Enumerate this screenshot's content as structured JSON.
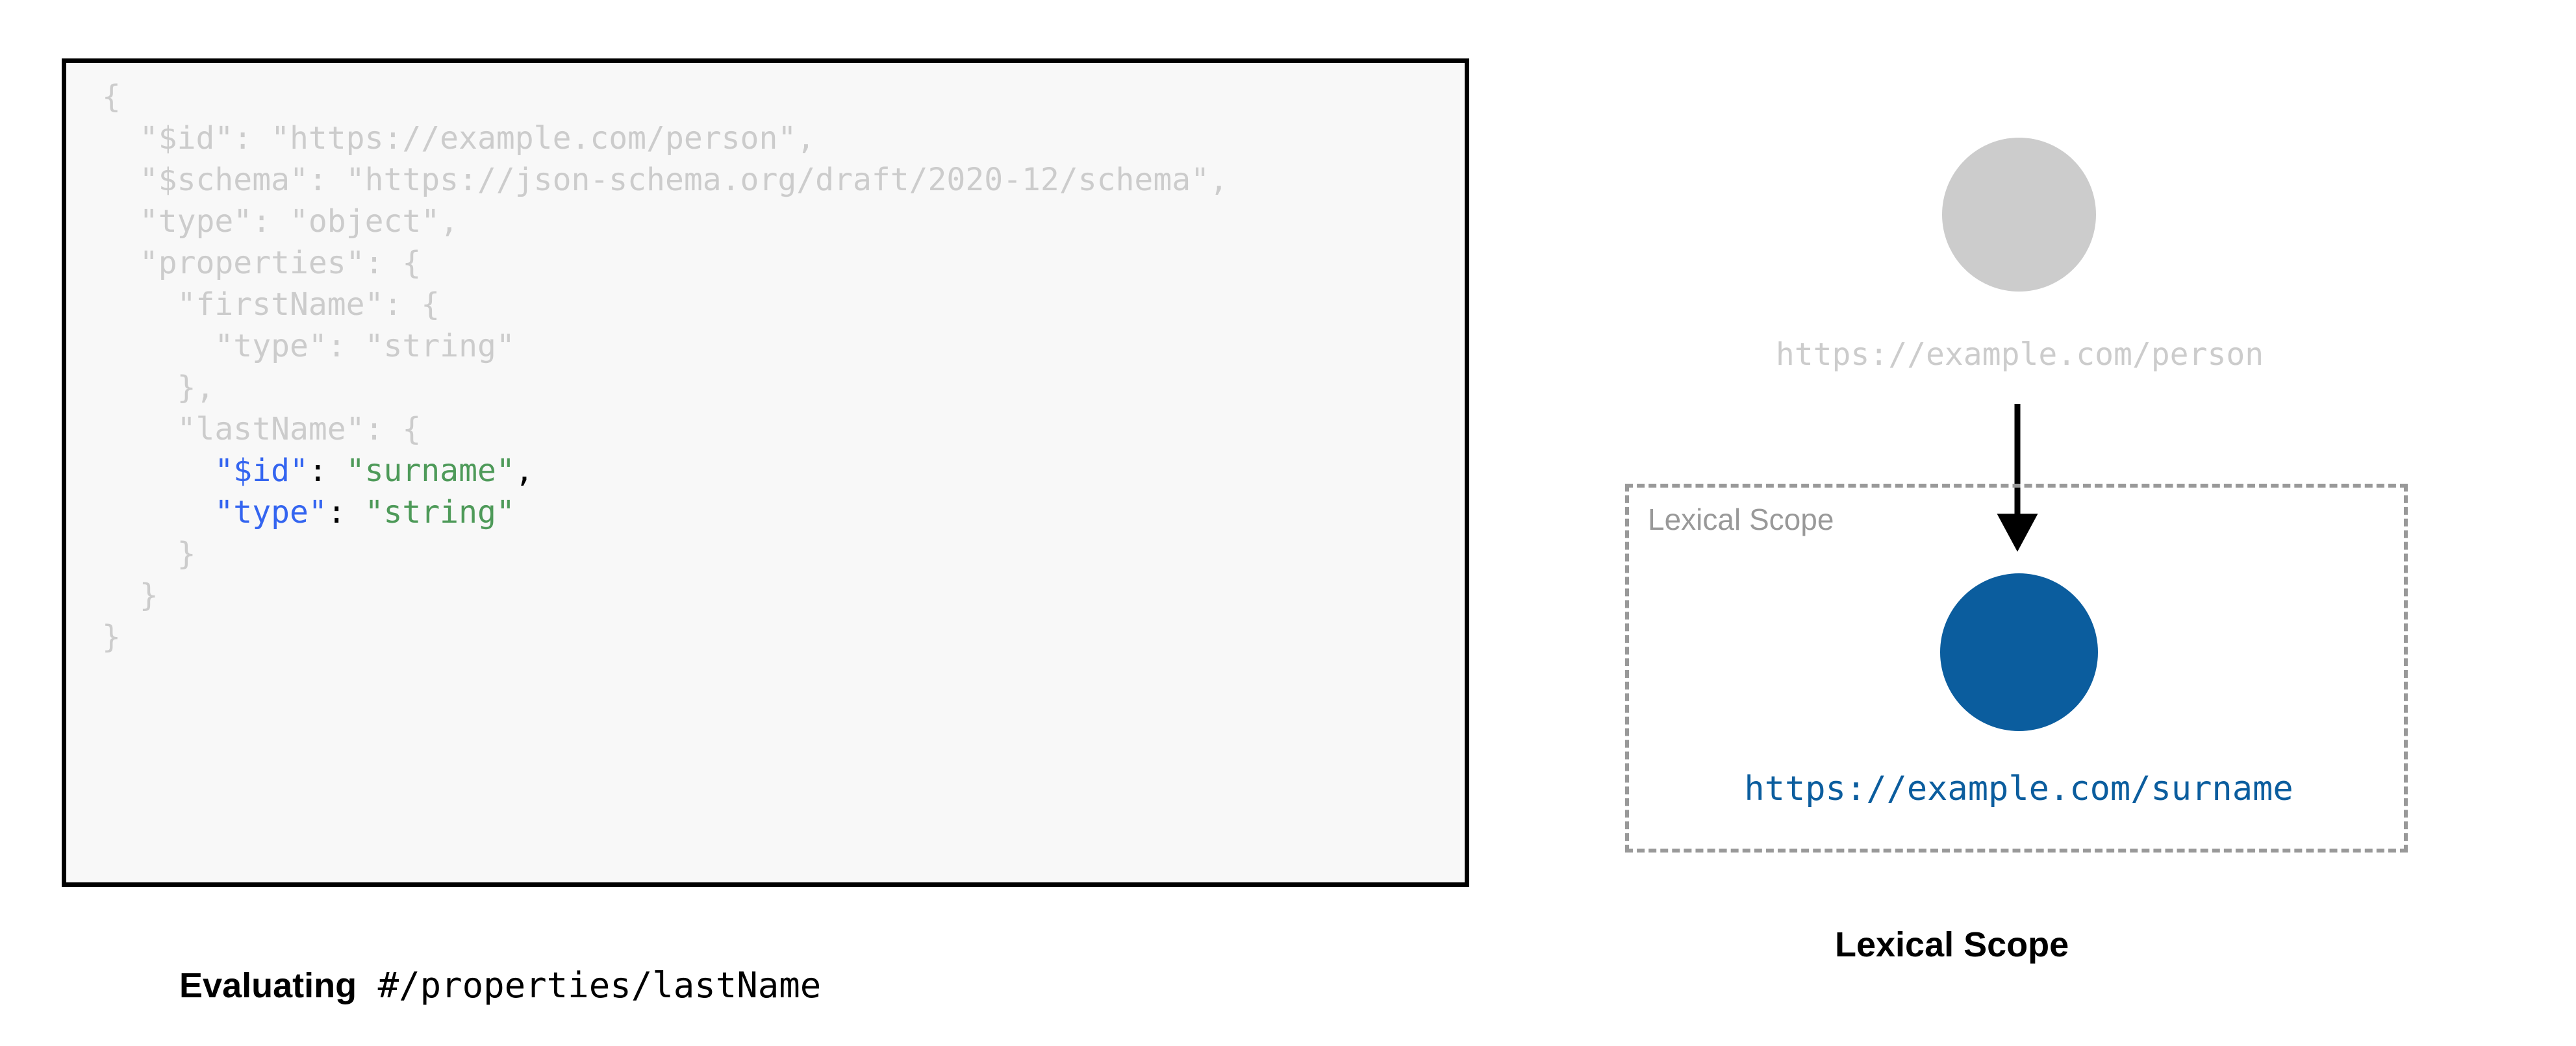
{
  "code_block": {
    "language": "json",
    "lines": [
      {
        "indent": 0,
        "segments": [
          {
            "text": "{",
            "style": "dim"
          }
        ]
      },
      {
        "indent": 2,
        "segments": [
          {
            "text": "\"$id\": \"https://example.com/person\",",
            "style": "dim"
          }
        ]
      },
      {
        "indent": 2,
        "segments": [
          {
            "text": "\"$schema\": \"https://json-schema.org/draft/2020-12/schema\",",
            "style": "dim"
          }
        ]
      },
      {
        "indent": 2,
        "segments": [
          {
            "text": "\"type\": \"object\",",
            "style": "dim"
          }
        ]
      },
      {
        "indent": 2,
        "segments": [
          {
            "text": "\"properties\": {",
            "style": "dim"
          }
        ]
      },
      {
        "indent": 4,
        "segments": [
          {
            "text": "\"firstName\": {",
            "style": "dim"
          }
        ]
      },
      {
        "indent": 6,
        "segments": [
          {
            "text": "\"type\": \"string\"",
            "style": "dim"
          }
        ]
      },
      {
        "indent": 4,
        "segments": [
          {
            "text": "},",
            "style": "dim"
          }
        ]
      },
      {
        "indent": 4,
        "segments": [
          {
            "text": "\"lastName\": {",
            "style": "dim"
          }
        ]
      },
      {
        "indent": 6,
        "segments": [
          {
            "text": "\"$id\"",
            "style": "key"
          },
          {
            "text": ": ",
            "style": "punct"
          },
          {
            "text": "\"surname\"",
            "style": "str"
          },
          {
            "text": ",",
            "style": "punct"
          }
        ]
      },
      {
        "indent": 6,
        "segments": [
          {
            "text": "\"type\"",
            "style": "key"
          },
          {
            "text": ": ",
            "style": "punct"
          },
          {
            "text": "\"string\"",
            "style": "str"
          }
        ]
      },
      {
        "indent": 4,
        "segments": [
          {
            "text": "}",
            "style": "dim"
          }
        ]
      },
      {
        "indent": 2,
        "segments": [
          {
            "text": "}",
            "style": "dim"
          }
        ]
      },
      {
        "indent": 0,
        "segments": [
          {
            "text": "}",
            "style": "dim"
          }
        ]
      }
    ],
    "raw_text": "{\n  \"$id\": \"https://example.com/person\",\n  \"$schema\": \"https://json-schema.org/draft/2020-12/schema\",\n  \"type\": \"object\",\n  \"properties\": {\n    \"firstName\": {\n      \"type\": \"string\"\n    },\n    \"lastName\": {\n      \"$id\": \"surname\",\n      \"type\": \"string\"\n    }\n  }\n}"
  },
  "captions": {
    "left_bold": "Evaluating",
    "left_mono": " #/properties/lastName",
    "right": "Lexical Scope"
  },
  "diagram": {
    "scope_label": "Lexical Scope",
    "nodes": [
      {
        "id": "person",
        "label": "https://example.com/person",
        "color": "#cccccc"
      },
      {
        "id": "surname",
        "label": "https://example.com/surname",
        "color": "#0b5d9e"
      }
    ],
    "arrow": {
      "from": "person",
      "to": "surname",
      "color": "#000000"
    }
  },
  "colors": {
    "dim_text": "#cccccc",
    "key_blue": "#3465f0",
    "string_green": "#4e9a59",
    "punct_black": "#000000",
    "node_blue": "#0b5d9e",
    "node_gray": "#cccccc",
    "scope_dash": "#999999",
    "card_bg": "#f8f8f8",
    "card_border": "#000000"
  }
}
